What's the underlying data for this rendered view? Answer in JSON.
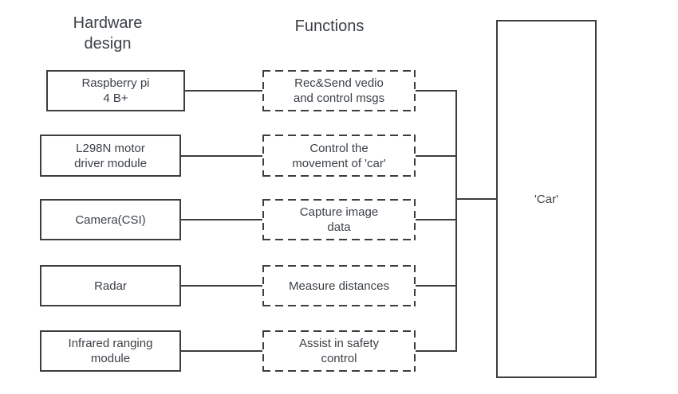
{
  "headers": {
    "hardware": "Hardware\ndesign",
    "functions": "Functions"
  },
  "rows": [
    {
      "hardware": "Raspberry pi\n4 B+",
      "function": "Rec&Send vedio\nand control msgs"
    },
    {
      "hardware": "L298N motor\ndriver module",
      "function": "Control the\nmovement of 'car'"
    },
    {
      "hardware": "Camera(CSI)",
      "function": "Capture image\ndata"
    },
    {
      "hardware": "Radar",
      "function": "Measure distances"
    },
    {
      "hardware": "Infrared ranging\nmodule",
      "function": "Assist in safety\ncontrol"
    }
  ],
  "car": {
    "label": "'Car'"
  },
  "colors": {
    "line": "#3d3d3d",
    "text": "#3c4147",
    "background": "#ffffff"
  }
}
